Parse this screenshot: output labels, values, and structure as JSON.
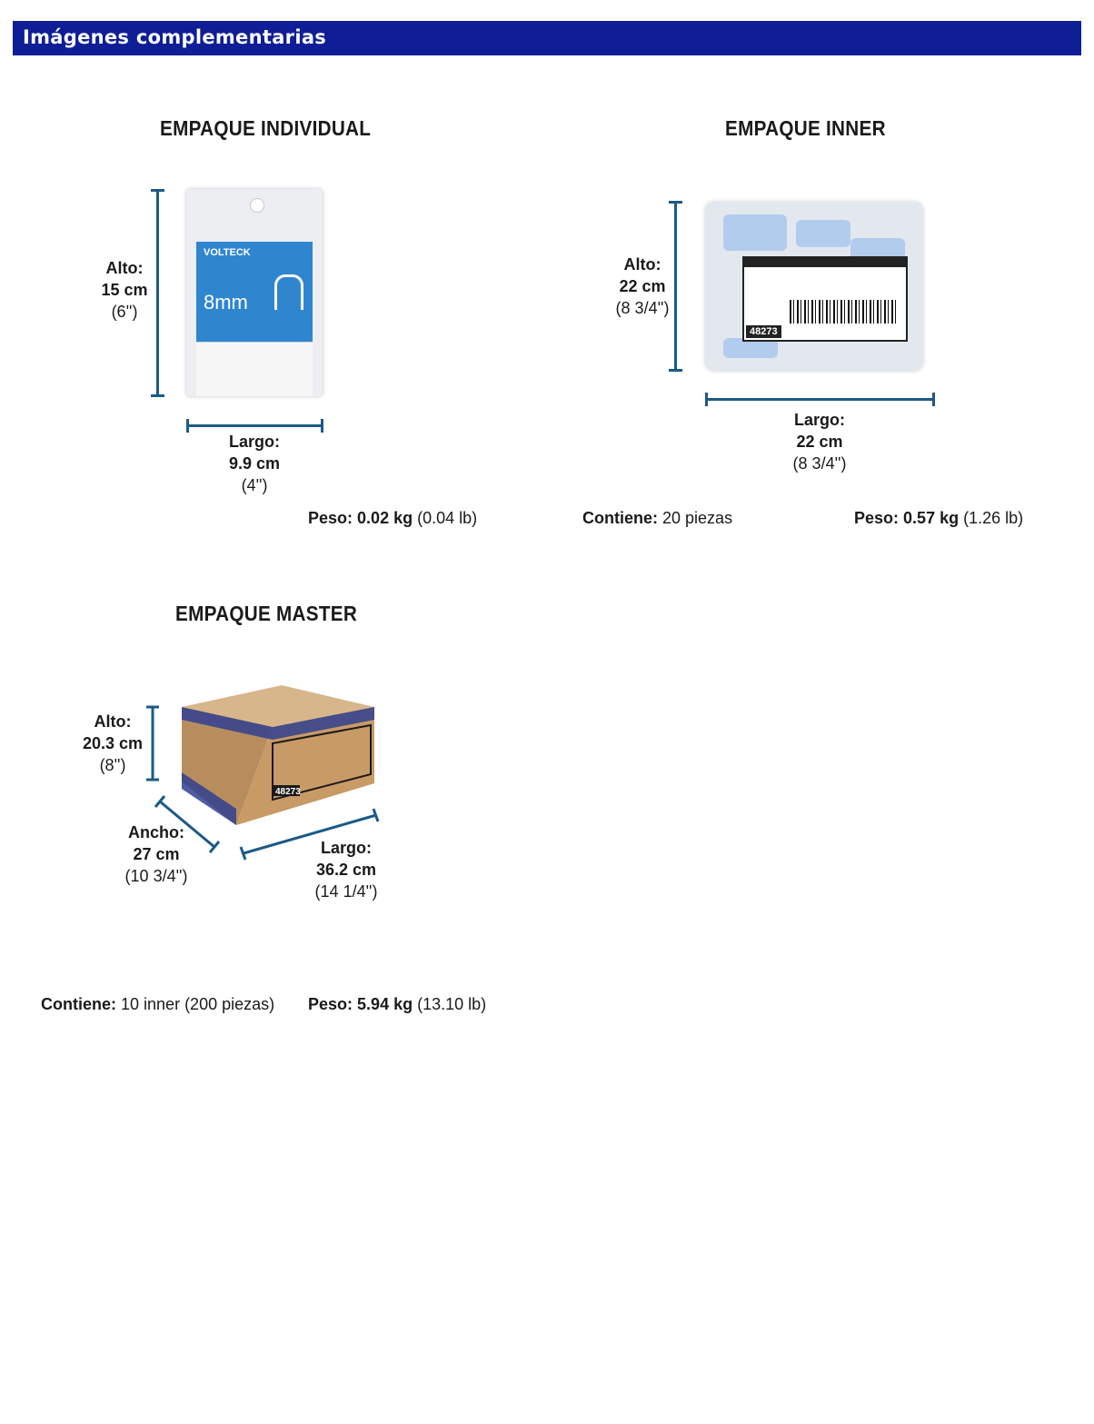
{
  "header": {
    "title": "Imágenes complementarias"
  },
  "individual": {
    "title": "EMPAQUE INDIVIDUAL",
    "alto": {
      "label": "Alto:",
      "metric": "15 cm",
      "imperial": "(6'')"
    },
    "largo": {
      "label": "Largo:",
      "metric": "9.9 cm",
      "imperial": "(4'')"
    },
    "peso": {
      "label": "Peso:",
      "value": "0.02 kg",
      "imperial": "(0.04 lb)"
    },
    "image": {
      "brand": "VOLTECK",
      "size": "8mm"
    }
  },
  "inner": {
    "title": "EMPAQUE INNER",
    "alto": {
      "label": "Alto:",
      "metric": "22 cm",
      "imperial": "(8 3/4'')"
    },
    "largo": {
      "label": "Largo:",
      "metric": "22 cm",
      "imperial": "(8 3/4'')"
    },
    "contiene": {
      "label": "Contiene:",
      "value": "20 piezas"
    },
    "peso": {
      "label": "Peso:",
      "value": "0.57 kg",
      "imperial": "(1.26 lb)"
    },
    "image": {
      "code": "48273"
    }
  },
  "master": {
    "title": "EMPAQUE MASTER",
    "alto": {
      "label": "Alto:",
      "metric": "20.3 cm",
      "imperial": "(8'')"
    },
    "ancho": {
      "label": "Ancho:",
      "metric": "27 cm",
      "imperial": "(10 3/4'')"
    },
    "largo": {
      "label": "Largo:",
      "metric": "36.2 cm",
      "imperial": "(14 1/4'')"
    },
    "contiene": {
      "label": "Contiene:",
      "value": "10 inner (200 piezas)"
    },
    "peso": {
      "label": "Peso:",
      "value": "5.94 kg",
      "imperial": "(13.10 lb)"
    },
    "image": {
      "code": "48273"
    }
  }
}
